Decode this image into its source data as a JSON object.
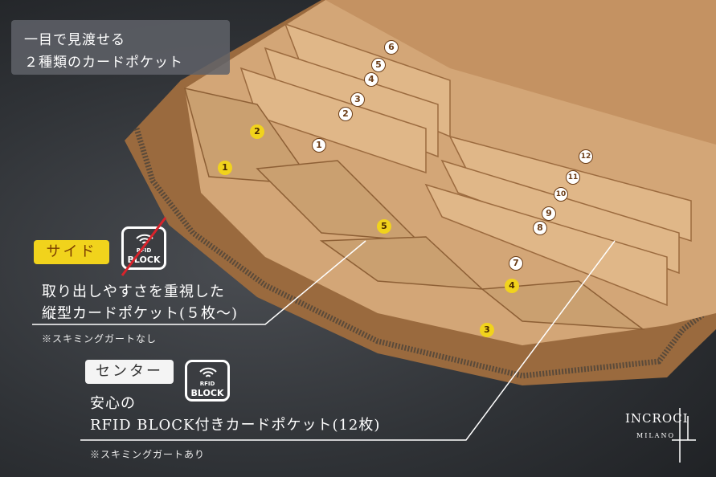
{
  "headline": {
    "line1": "一目で見渡せる",
    "line2": "２種類のカードポケット"
  },
  "side": {
    "tag": "サイド",
    "rfid_icon": {
      "line1": "RFID",
      "line2": "BLOCK",
      "crossed": true
    },
    "desc_line1": "取り出しやすさを重視した",
    "desc_line2": "縦型カードポケット(５枚〜)",
    "note": "※スキミングガートなし",
    "markers": [
      "1",
      "2",
      "3",
      "4",
      "5"
    ],
    "marker_color": "#f1d31c"
  },
  "center": {
    "tag": "センター",
    "rfid_icon": {
      "line1": "RFID",
      "line2": "BLOCK",
      "crossed": false
    },
    "desc_line1": "安心の",
    "desc_line2": "RFID BLOCK付きカードポケット(12枚)",
    "note": "※スキミングガートあり",
    "markers": [
      "1",
      "2",
      "3",
      "4",
      "5",
      "6",
      "7",
      "8",
      "9",
      "10",
      "11",
      "12"
    ]
  },
  "brand": {
    "name": "INCROCI",
    "sub": "MILANO"
  }
}
